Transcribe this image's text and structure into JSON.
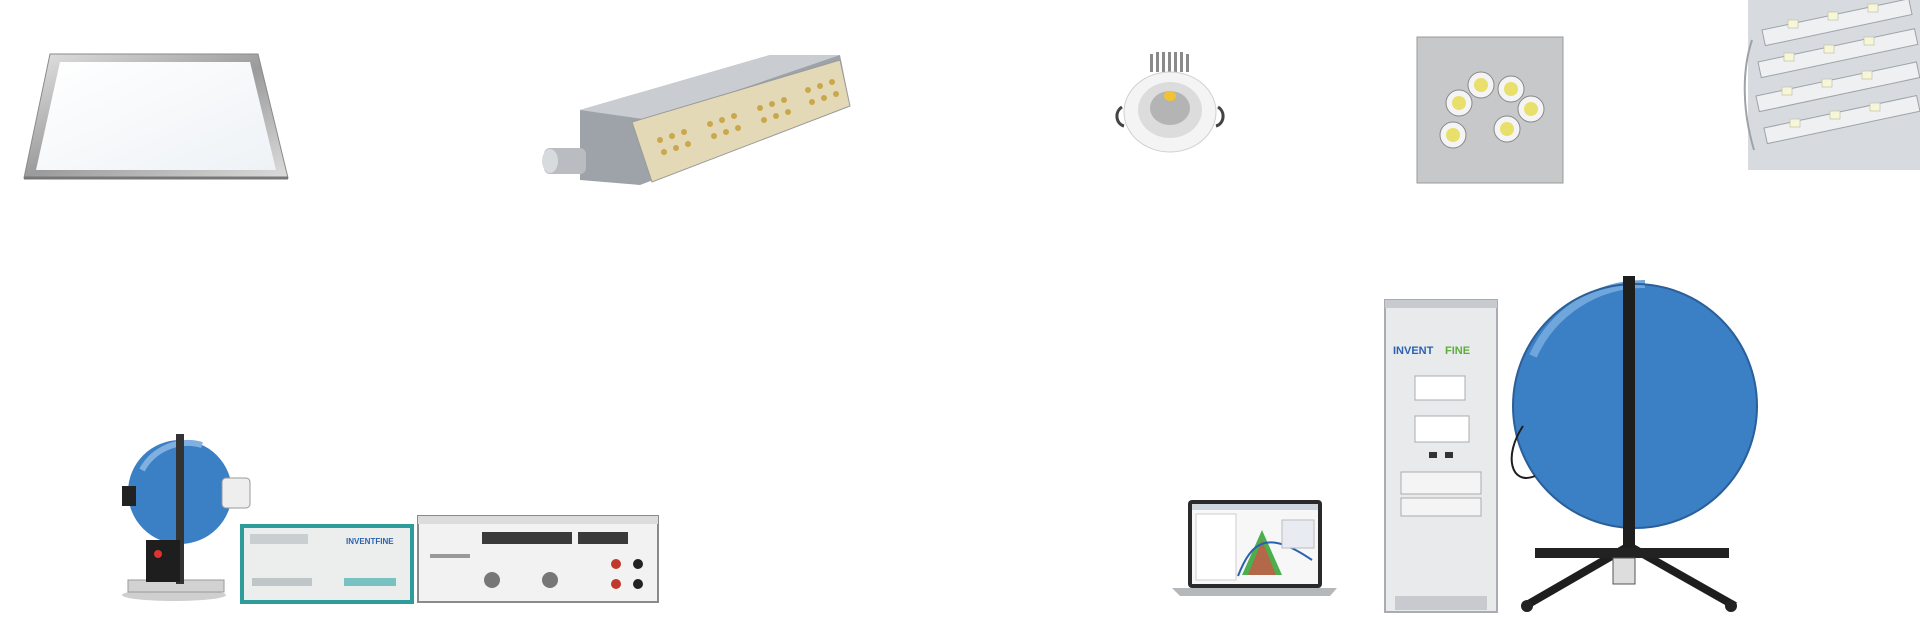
{
  "products": [
    {
      "name": "LED panel light",
      "icon": "led-panel-icon"
    },
    {
      "name": "LED street light",
      "icon": "street-light-icon"
    },
    {
      "name": "COB downlight",
      "icon": "downlight-icon"
    },
    {
      "name": "High-power LED chips",
      "icon": "led-chip-icon"
    },
    {
      "name": "LED module strip",
      "icon": "led-module-icon"
    },
    {
      "name": "Small integrating sphere test system",
      "icon": "small-sphere-system-icon"
    },
    {
      "name": "Laptop with spectrum software",
      "icon": "laptop-icon"
    },
    {
      "name": "Large integrating sphere test system",
      "icon": "large-sphere-system-icon"
    }
  ],
  "brand": {
    "logo_text_inv": "INVENT",
    "logo_text_fine": "FINE",
    "logo_text_small": "INVENTFINE"
  },
  "colors": {
    "sphere_blue": "#3b7fc4",
    "sphere_dark": "#2a5f99",
    "chassis_teal": "#2f9c9c",
    "panel_silver": "#c9c9c9",
    "logo_blue": "#2a62b0",
    "logo_green": "#5cae3a"
  }
}
